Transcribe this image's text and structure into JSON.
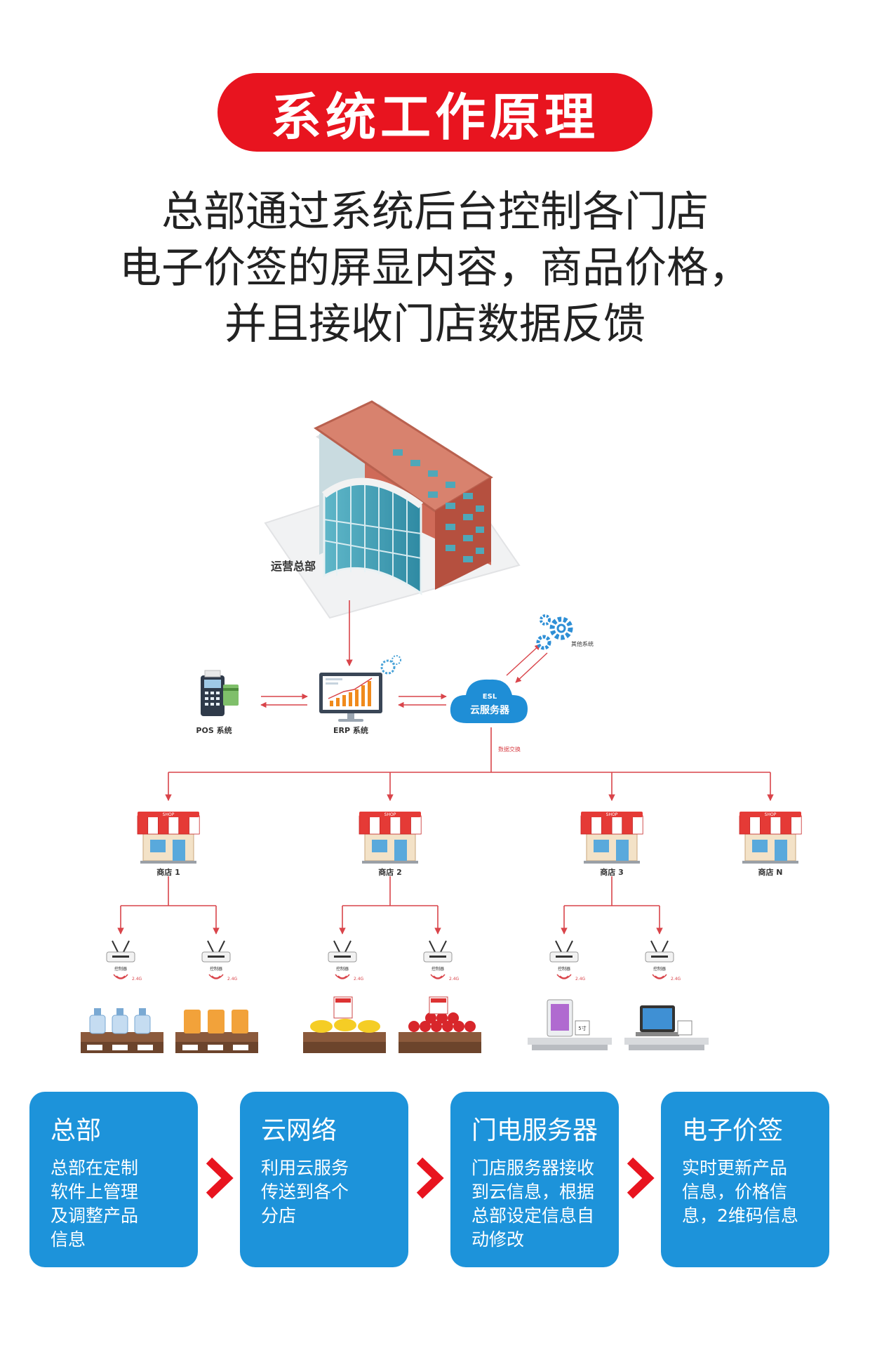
{
  "title": "系统工作原理",
  "intro_lines": [
    "总部通过系统后台控制各门店",
    "电子价签的屏显内容，商品价格，",
    "并且接收门店数据反馈"
  ],
  "diagram": {
    "hq_label": "运营总部",
    "pos_label": "POS 系统",
    "erp_label": "ERP 系统",
    "cloud_top": "ESL",
    "cloud_label": "云服务器",
    "other_label": "其他系统",
    "exchange_label": "数据交换",
    "shop_sign": "SHOP",
    "stores": [
      "商店 1",
      "商店 2",
      "商店 3",
      "商店 N"
    ],
    "controller_label": "控制器",
    "freq_label": "2.4G",
    "tablet_tag": "5寸"
  },
  "steps": [
    {
      "title": "总部",
      "desc": [
        "总部在定制",
        "软件上管理",
        "及调整产品",
        "信息"
      ]
    },
    {
      "title": "云网络",
      "desc": [
        "利用云服务",
        "传送到各个",
        "分店"
      ]
    },
    {
      "title": "门电服务器",
      "desc": [
        "门店服务器接收",
        "到云信息，根据",
        "总部设定信息自",
        "动修改"
      ]
    },
    {
      "title": "电子价签",
      "desc": [
        "实时更新产品",
        "信息，价格信",
        "息，2维码信息"
      ]
    }
  ],
  "colors": {
    "accent_red": "#e8141f",
    "step_blue": "#1d93da",
    "arrow_red": "#d9444a"
  }
}
